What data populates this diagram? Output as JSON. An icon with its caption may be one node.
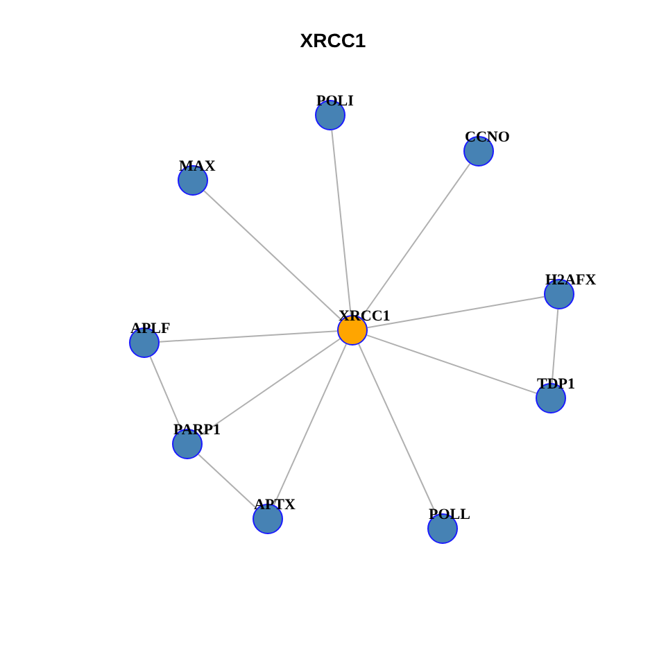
{
  "diagram": {
    "title": "XRCC1",
    "nodes": [
      {
        "text": [
          "XRCC1"
        ]
      },
      {
        "text": [
          "POLI"
        ]
      },
      {
        "text": [
          "CCNO"
        ]
      },
      {
        "text": [
          "MAX"
        ]
      },
      {
        "text": [
          "H2AFX"
        ]
      },
      {
        "text": [
          "APLF"
        ]
      },
      {
        "text": [
          "TDP1"
        ]
      },
      {
        "text": [
          "PARP1"
        ]
      },
      {
        "text": [
          "APTX"
        ]
      },
      {
        "text": [
          "POLL"
        ]
      }
    ],
    "edges": [
      {
        "from": 0,
        "to": 1,
        "arrow": "none"
      },
      {
        "from": 0,
        "to": 2,
        "arrow": "none"
      },
      {
        "from": 0,
        "to": 3,
        "arrow": "none"
      },
      {
        "from": 0,
        "to": 4,
        "arrow": "none"
      },
      {
        "from": 0,
        "to": 5,
        "arrow": "none"
      },
      {
        "from": 0,
        "to": 6,
        "arrow": "none"
      },
      {
        "from": 0,
        "to": 7,
        "arrow": "none"
      },
      {
        "from": 0,
        "to": 8,
        "arrow": "none"
      },
      {
        "from": 0,
        "to": 9,
        "arrow": "none"
      },
      {
        "from": 5,
        "to": 7,
        "arrow": "none"
      },
      {
        "from": 7,
        "to": 8,
        "arrow": "none"
      },
      {
        "from": 4,
        "to": 6,
        "arrow": "none"
      }
    ]
  }
}
